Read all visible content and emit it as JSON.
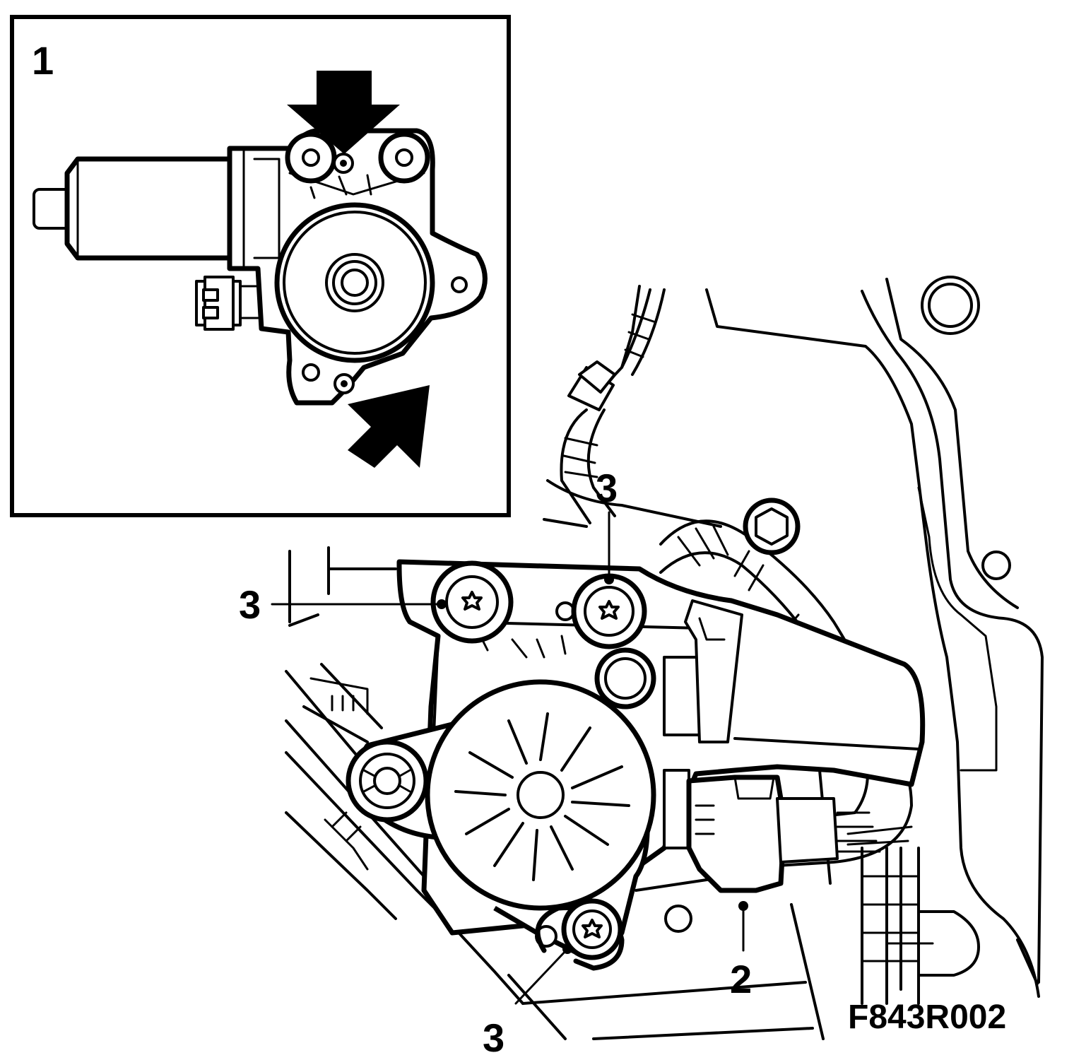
{
  "inset": {
    "label": "1",
    "view": "detail of window regulator motor with two mounting screws indicated by arrows"
  },
  "callouts": {
    "screw_top_left": "3",
    "screw_top_center": "3",
    "screw_bottom": "3",
    "connector": "2"
  },
  "figure_code": "F843R002",
  "icons": [
    "arrow-down-icon",
    "arrow-diagonal-icon",
    "torx-screw-icon",
    "hex-bolt-icon"
  ]
}
